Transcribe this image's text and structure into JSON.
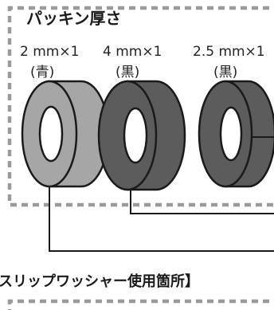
{
  "packing_box": {
    "title": "パッキン厚さ",
    "items": [
      {
        "size": "2 mm×1",
        "color_label": "(青)",
        "fill": "#a6a6a6"
      },
      {
        "size": "4 mm×1",
        "color_label": "(黒)",
        "fill": "#5c5c5c"
      },
      {
        "size": "2.5 mm×1",
        "color_label": "(黒)",
        "fill": "#5c5c5c"
      }
    ]
  },
  "section_label": "スリップワッシャー使用箇所】",
  "colors": {
    "dash": "#9a9a9a",
    "line": "#1a1a1a",
    "outline": "#1a1a1a"
  }
}
